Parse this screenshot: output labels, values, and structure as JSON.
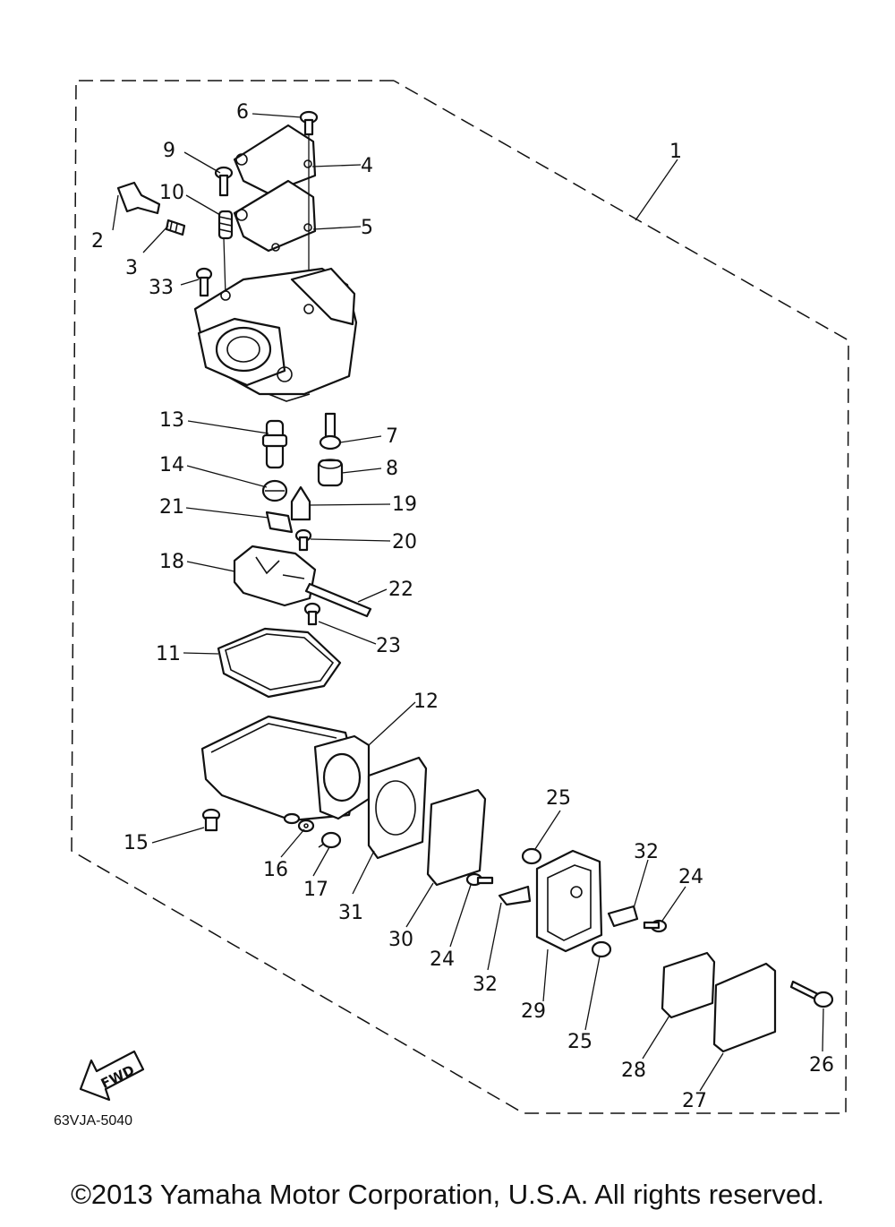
{
  "diagram": {
    "figure_code": "63VJA-5040",
    "fwd_label": "FWD",
    "callouts": [
      "1",
      "2",
      "3",
      "4",
      "5",
      "6",
      "7",
      "8",
      "9",
      "10",
      "11",
      "12",
      "13",
      "14",
      "15",
      "16",
      "17",
      "18",
      "19",
      "20",
      "21",
      "22",
      "23",
      "24",
      "24",
      "25",
      "25",
      "26",
      "27",
      "28",
      "29",
      "30",
      "31",
      "32",
      "32",
      "33"
    ]
  },
  "footer": {
    "copyright": "©2013 Yamaha Motor Corporation, U.S.A. All rights reserved."
  }
}
